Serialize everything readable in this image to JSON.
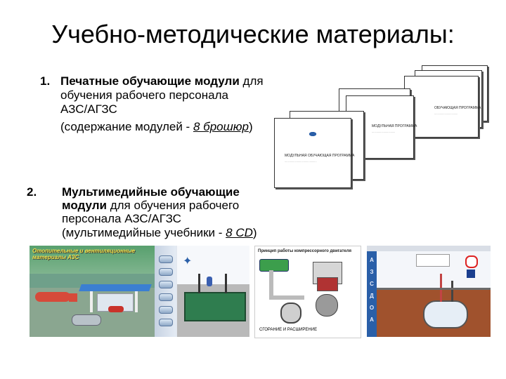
{
  "title": "Учебно-методические материалы:",
  "item1": {
    "number": "1.",
    "bold": "Печатные обучающие модули",
    "rest": " для",
    "line2": "обучения рабочего персонала",
    "line3": "АЗС/АГЗС",
    "line4_pre": "(содержание модулей - ",
    "line4_u": "8 брошюр",
    "line4_post": ")"
  },
  "item2": {
    "number": "2.",
    "line1": "Мультимедийные обучающие",
    "line2_bold": "модули",
    "line2_rest": " для обучения рабочего",
    "line3": "персонала АЗС/АГЗС",
    "line4_pre": "(мультимедийные учебники - ",
    "line4_u": "8 CD",
    "line4_post": ")"
  },
  "booklet_front": {
    "title": "МОДУЛЬНАЯ ОБУЧАЮЩАЯ ПРОГРАММА"
  },
  "booklet_mid": {
    "title": "МОДУЛЬНАЯ ПРОГРАММА"
  },
  "booklet_back": {
    "title": "ОБУЧАЮЩАЯ ПРОГРАММА"
  },
  "screen1": {
    "title": "Отопительные и вентиляционные материалы АЗС"
  },
  "screen2": {
    "title": "Принцип работы компрессорного двигателя",
    "caption": "СГОРАНИЕ И РАСШИРЕНИЕ"
  },
  "screen3": {
    "side_letters": [
      "А",
      "З",
      "С",
      "Д",
      "О",
      "А"
    ]
  },
  "colors": {
    "accent_blue": "#2a5fa8",
    "water_green": "#2f7d4f",
    "soil_brown": "#a0522d"
  }
}
